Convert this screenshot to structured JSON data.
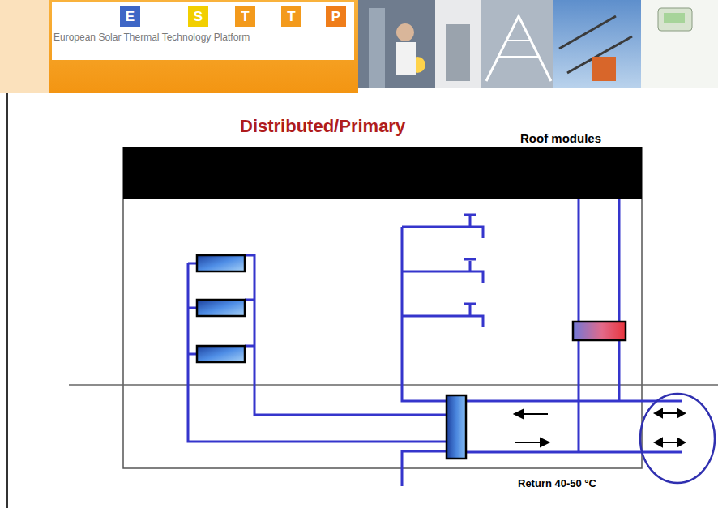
{
  "diagram": {
    "title": "Distributed/Primary",
    "nodes": [
      {
        "text": [
          "E"
        ]
      },
      {
        "text": [
          "S"
        ]
      },
      {
        "text": [
          "T"
        ]
      },
      {
        "text": [
          "T"
        ]
      },
      {
        "text": [
          "P"
        ]
      }
    ],
    "labels": [
      "European Solar Thermal Technology Platform",
      "Roof modules",
      "Return 40-50 °C"
    ]
  }
}
